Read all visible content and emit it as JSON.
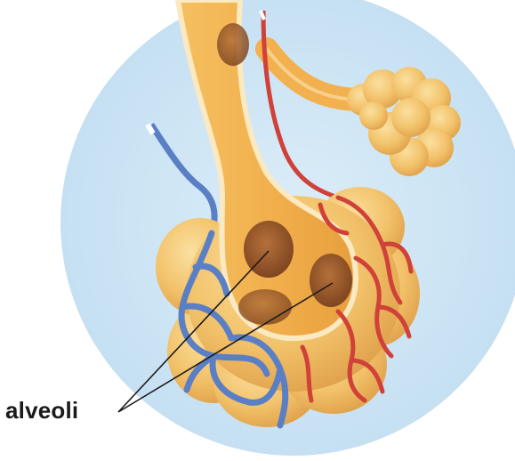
{
  "figure": {
    "label": "alveoli",
    "icons": [
      "alveolar-sac-illustration",
      "bronchiole-tube",
      "deoxygenated-blood-vessel",
      "oxygenated-blood-vessel"
    ],
    "colors": {
      "background_circle": "#cfe6f5",
      "tissue": "#f3c36a",
      "tissue_dark": "#e3a54a",
      "alveolus_cavity": "#9b5a2a",
      "vein": "#5b7fc4",
      "artery": "#d0413a",
      "leader_line": "#1a1a1a"
    }
  }
}
